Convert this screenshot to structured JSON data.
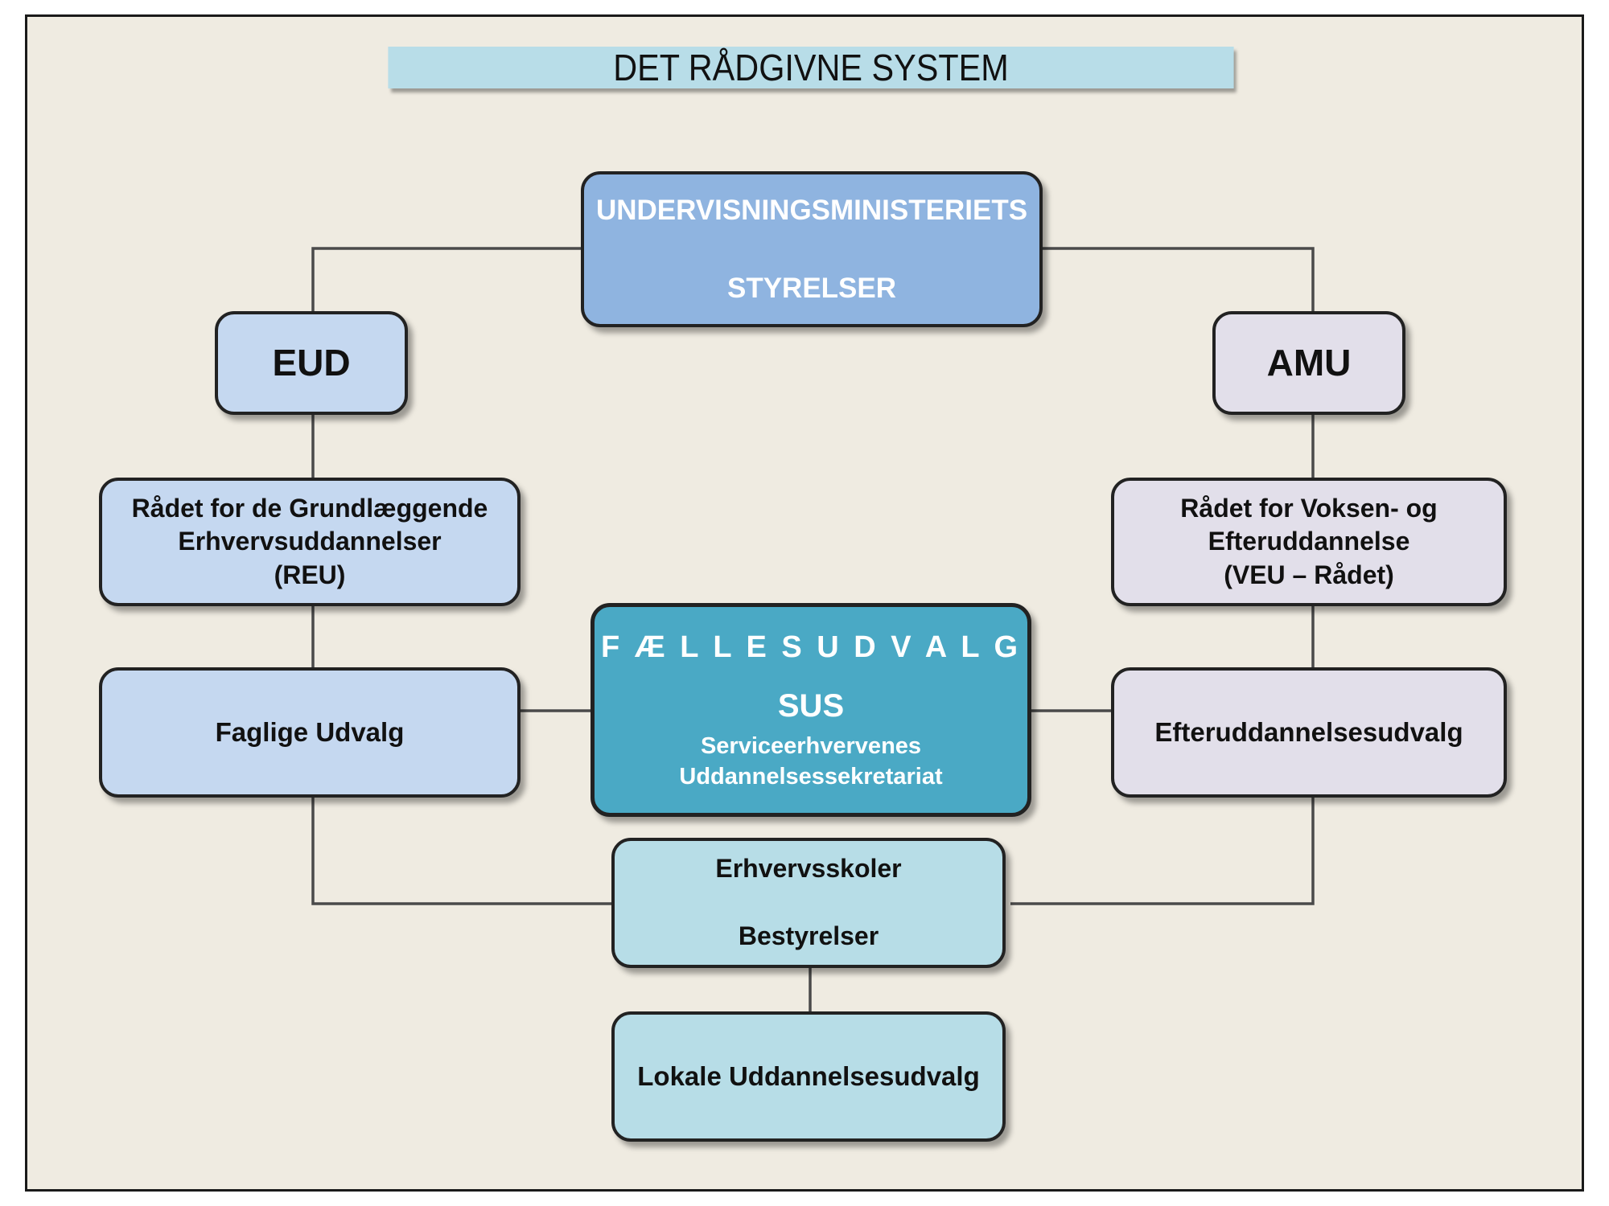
{
  "title": "DET RÅDGIVNE SYSTEM",
  "colors": {
    "background": "#efebe1",
    "title_bar": "#b8dde8",
    "ministry": "#8fb4e0",
    "eud_column": "#c5d8f0",
    "amu_column": "#e2dfea",
    "faellesudvalg": "#4aa9c5",
    "schools": "#b7dde7"
  },
  "nodes": {
    "ministry": {
      "line1": "UNDERVISNINGSMINISTERIETS",
      "line2": "STYRELSER"
    },
    "eud": {
      "label": "EUD"
    },
    "amu": {
      "label": "AMU"
    },
    "reu": {
      "line1": "Rådet for de Grundlæggende",
      "line2": "Erhvervsuddannelser",
      "line3": "(REU)"
    },
    "veu": {
      "line1": "Rådet for Voksen- og",
      "line2": "Efteruddannelse",
      "line3": "(VEU – Rådet)"
    },
    "faglige": {
      "label": "Faglige Udvalg"
    },
    "efter": {
      "label": "Efteruddannelsesudvalg"
    },
    "faelles": {
      "heading": "F Æ L L E S U D V A L G",
      "abbr": "SUS",
      "line1": "Serviceerhvervenes",
      "line2": "Uddannelsessekretariat"
    },
    "schools": {
      "line1": "Erhvervsskoler",
      "line2": "Bestyrelser"
    },
    "local": {
      "label": "Lokale Uddannelsesudvalg"
    }
  }
}
